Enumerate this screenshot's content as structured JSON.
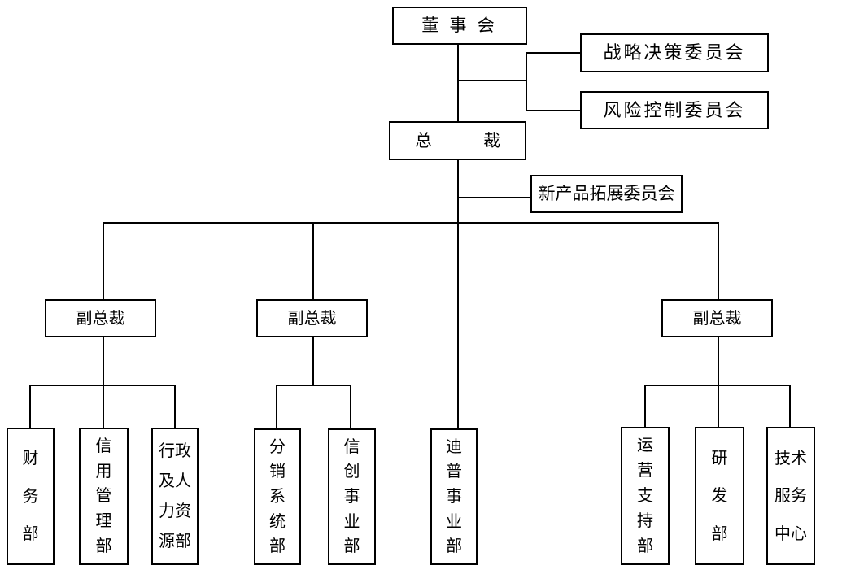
{
  "diagram_type": "org-chart",
  "colors": {
    "background": "#ffffff",
    "line": "#000000",
    "box_border": "#000000",
    "text": "#000000"
  },
  "nodes": {
    "board": {
      "label": "董 事 会"
    },
    "strategy_committee": {
      "label": "战略决策委员会"
    },
    "risk_committee": {
      "label": "风险控制委员会"
    },
    "president": {
      "label": "总　　　裁"
    },
    "new_product_committee": {
      "label": "新产品拓展委员会"
    },
    "vp_left": {
      "label": "副总裁"
    },
    "vp_middle": {
      "label": "副总裁"
    },
    "vp_right": {
      "label": "副总裁"
    },
    "finance_dept": {
      "lines": [
        "财",
        "务",
        "部"
      ]
    },
    "credit_mgmt_dept": {
      "lines": [
        "信",
        "用",
        "管",
        "理",
        "部"
      ]
    },
    "admin_hr_dept": {
      "lines": [
        "行政",
        "及人",
        "力资",
        "源部"
      ]
    },
    "distribution_sys_dept": {
      "lines": [
        "分",
        "销",
        "系",
        "统",
        "部"
      ]
    },
    "xinchuang_div": {
      "lines": [
        "信",
        "创",
        "事",
        "业",
        "部"
      ]
    },
    "dipu_div": {
      "lines": [
        "迪",
        "普",
        "事",
        "业",
        "部"
      ]
    },
    "ops_support_dept": {
      "lines": [
        "运",
        "营",
        "支",
        "持",
        "部"
      ]
    },
    "rnd_dept": {
      "lines": [
        "研",
        "发",
        "部"
      ]
    },
    "tech_service_center": {
      "lines": [
        "技术",
        "服务",
        "中心"
      ]
    }
  },
  "edges": [
    {
      "from": "board",
      "to": "president"
    },
    {
      "from": "board",
      "to": "strategy_committee"
    },
    {
      "from": "board",
      "to": "risk_committee"
    },
    {
      "from": "president",
      "to": "new_product_committee"
    },
    {
      "from": "president",
      "to": "vp_left"
    },
    {
      "from": "president",
      "to": "vp_middle"
    },
    {
      "from": "president",
      "to": "dipu_div"
    },
    {
      "from": "president",
      "to": "vp_right"
    },
    {
      "from": "vp_left",
      "to": "finance_dept"
    },
    {
      "from": "vp_left",
      "to": "credit_mgmt_dept"
    },
    {
      "from": "vp_left",
      "to": "admin_hr_dept"
    },
    {
      "from": "vp_middle",
      "to": "distribution_sys_dept"
    },
    {
      "from": "vp_middle",
      "to": "xinchuang_div"
    },
    {
      "from": "vp_right",
      "to": "ops_support_dept"
    },
    {
      "from": "vp_right",
      "to": "rnd_dept"
    },
    {
      "from": "vp_right",
      "to": "tech_service_center"
    }
  ]
}
